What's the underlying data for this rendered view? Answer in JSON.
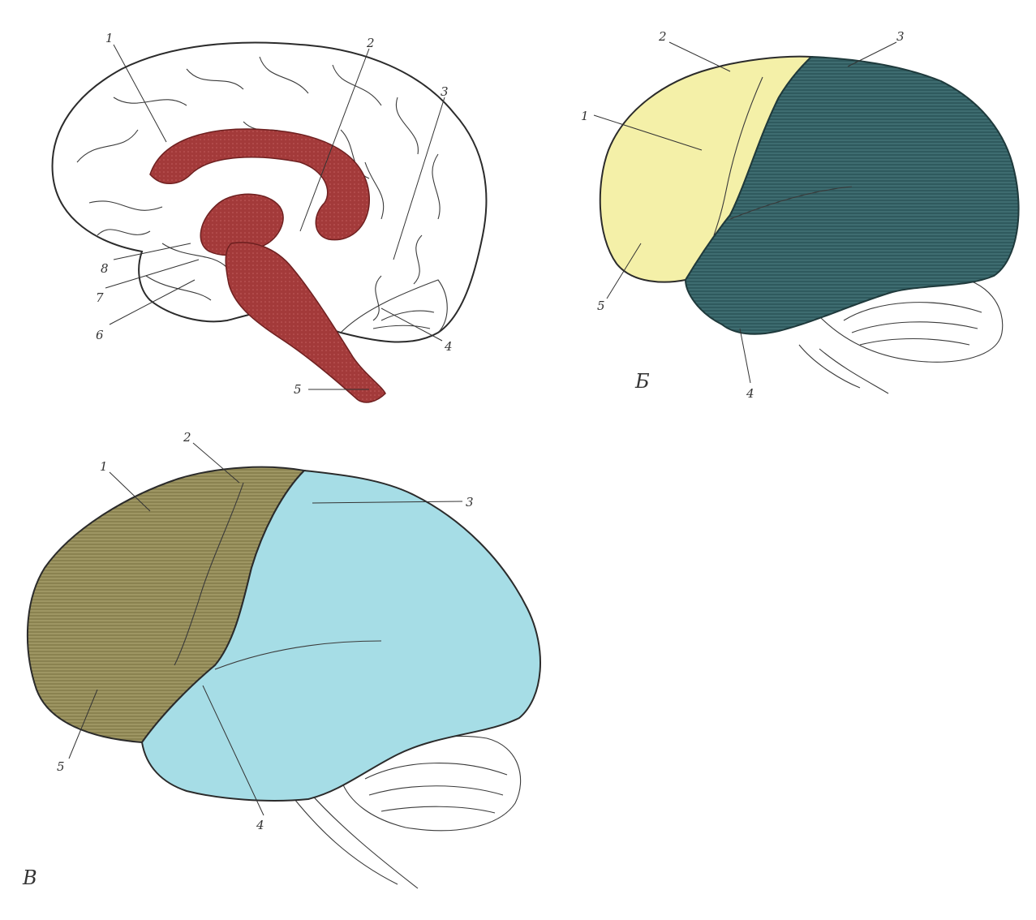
{
  "colors": {
    "background": "#ffffff",
    "red_structure": "#a33a3a",
    "yellow_region": "#f4f0a8",
    "dark_teal_region": "#2f5a5e",
    "olive_region": "#8a8250",
    "light_blue_region": "#a6dde6",
    "ink": "#2b2b2b"
  },
  "panel_a": {
    "labels": [
      "1",
      "2",
      "3",
      "4",
      "5",
      "6",
      "7",
      "8"
    ]
  },
  "panel_b": {
    "letter": "Б",
    "labels": [
      "1",
      "2",
      "3",
      "4",
      "5"
    ]
  },
  "panel_c": {
    "letter": "В",
    "labels": [
      "1",
      "2",
      "3",
      "4",
      "5"
    ]
  }
}
